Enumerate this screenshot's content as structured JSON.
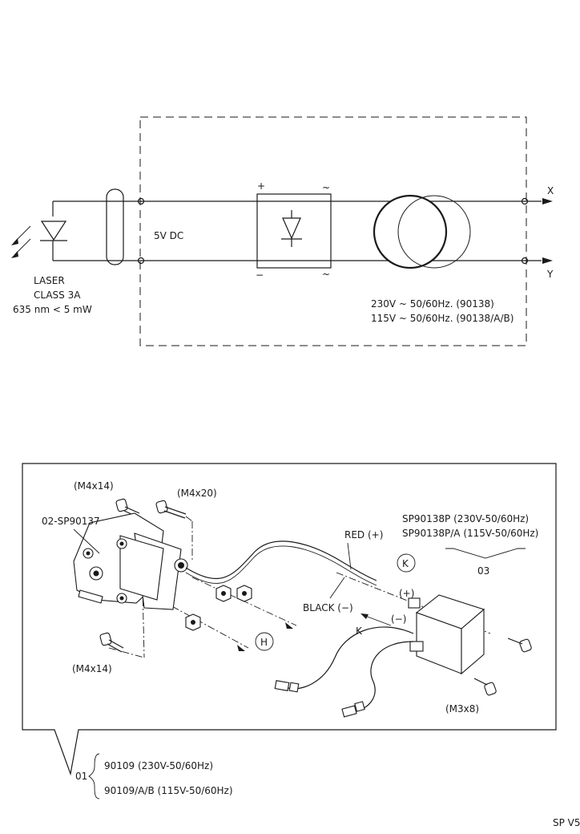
{
  "schematic": {
    "laser_label": "LASER",
    "laser_class": "CLASS 3A",
    "laser_spec": "635 nm < 5 mW",
    "dc_label": "5V DC",
    "plus_sign": "+",
    "minus_sign": "−",
    "tilde_top": "~",
    "tilde_bottom": "~",
    "output_x": "X",
    "output_y": "Y",
    "supply_230": "230V ~ 50/60Hz. (90138)",
    "supply_115": "115V ~ 50/60Hz. (90138/A/B)"
  },
  "exploded": {
    "screw_top_left": "(M4x14)",
    "screw_top_right": "(M4x20)",
    "screw_bottom_left": "(M4x14)",
    "screw_bottom_right": "(M3x8)",
    "laser_part": "02-SP90137",
    "red_wire": "RED (+)",
    "black_wire": "BLACK (−)",
    "psu_230": "SP90138P (230V-50/60Hz)",
    "psu_115": "SP90138P/A (115V-50/60Hz)",
    "psu_ref": "03",
    "callout_k": "K",
    "callout_h": "H",
    "arrow_k": "K",
    "plus_term": "(+)",
    "minus_term": "(−)"
  },
  "kit": {
    "ref": "01",
    "variant_230": "90109 (230V-50/60Hz)",
    "variant_115": "90109/A/B (115V-50/60Hz)"
  },
  "page_code": "SP V5"
}
